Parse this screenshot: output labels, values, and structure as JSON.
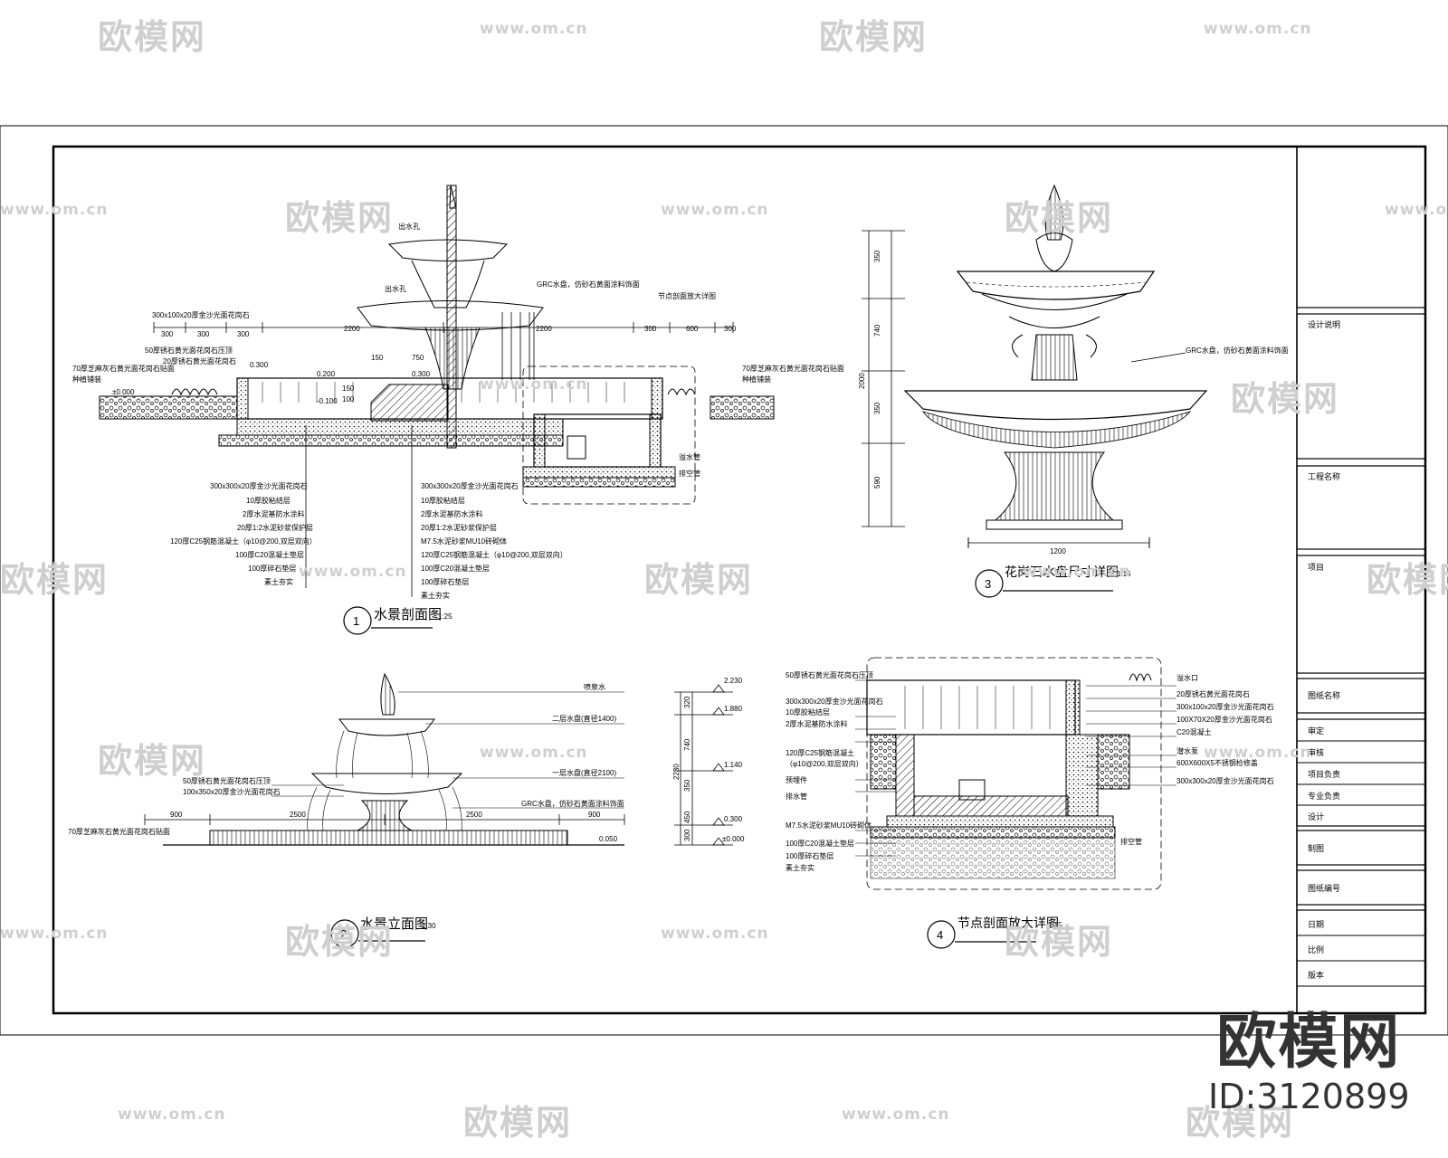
{
  "watermark": {
    "logo": "欧模网",
    "url": "www.om.cn",
    "brand_logo": "欧模网",
    "brand_id": "ID:3120899"
  },
  "drawings": {
    "d1": {
      "number": "1",
      "title": "水景剖面图",
      "scale": "1:25"
    },
    "d2": {
      "number": "2",
      "title": "水景立面图",
      "scale": "1:30"
    },
    "d3": {
      "number": "3",
      "title": "花岗石水盘尺寸详图",
      "scale": "1:15"
    },
    "d4": {
      "number": "4",
      "title": "节点剖面放大详图",
      "scale": "1:15"
    }
  },
  "section_labels": {
    "top": [
      "出水孔",
      "出水孔",
      "GRC水盘，仿砂石黄面涂料饰面",
      "节点剖面放大详图"
    ],
    "left": [
      "300x100x20厚金沙光面花岗石",
      "50厚锈石黄光面花岗石压顶",
      "70厚芝麻灰石黄光面花岗石贴面",
      "20厚锈石黄光面花岗石",
      "种植铺装"
    ],
    "right": [
      "70厚芝麻灰石黄光面花岗石贴面",
      "种植铺装"
    ],
    "callouts": [
      "溢水管",
      "排空管"
    ],
    "layers_left": [
      "300x300x20厚金沙光面花岗石",
      "10厚胶粘结层",
      "2厚水泥基防水涂料",
      "20厚1:2水泥砂浆保护层",
      "120厚C25钢筋混凝土（φ10@200,双层双向）",
      "100厚C20混凝土垫层",
      "100厚碎石垫层",
      "素土夯实"
    ],
    "layers_right": [
      "300x300x20厚金沙光面花岗石",
      "10厚胶粘结层",
      "2厚水泥基防水涂料",
      "20厚1:2水泥砂浆保护层",
      "M7.5水泥砂浆MU10砖砌体",
      "120厚C25钢筋混凝土（φ10@200,双层双向）",
      "100厚C20混凝土垫层",
      "100厚碎石垫层",
      "素土夯实"
    ]
  },
  "section_dims": [
    "300",
    "300",
    "300",
    "2200",
    "2200",
    "300",
    "600",
    "300",
    "150",
    "750",
    "0.300",
    "0.200",
    "0.300",
    "-0.100",
    "±0.000",
    "150",
    "100"
  ],
  "d3_dims": [
    "350",
    "740",
    "2000",
    "350",
    "590",
    "1200"
  ],
  "d3_label": "GRC水盘，仿砂石黄面涂料饰面",
  "elevation": {
    "labels": [
      "喷泉水",
      "二层水盘(直径1400)",
      "一层水盘(直径2100)",
      "50厚锈石黄光面花岗石压顶",
      "100x350x20厚金沙光面花岗石",
      "GRC水盘，仿砂石黄面涂料饰面",
      "70厚芝麻灰石黄光面花岗石贴面"
    ],
    "dims_h": [
      "900",
      "2500",
      "2500",
      "900"
    ],
    "dims_v": [
      "320",
      "740",
      "2230",
      "350",
      "450",
      "300"
    ],
    "levels": [
      "2.230",
      "1.880",
      "1.140",
      "0.300",
      "±0.000",
      "0.050"
    ]
  },
  "detail_labels": {
    "left": [
      "50厚锈石黄光面花岗石压顶",
      "300x300x20厚金沙光面花岗石",
      "10厚胶粘结层",
      "2厚水泥基防水涂料",
      "120厚C25钢筋混凝土",
      "（φ10@200,双层双向）",
      "预埋件",
      "排水管",
      "M7.5水泥砂浆MU10砖砌体",
      "100厚C20混凝土垫层",
      "100厚碎石垫层",
      "素土夯实"
    ],
    "right": [
      "溢水口",
      "20厚锈石黄光面花岗石",
      "300x100x20厚金沙光面花岗石",
      "100X70X20厚金沙光面花岗石",
      "C20混凝土",
      "潜水泵",
      "600X600X5不锈钢检修盖",
      "300x300x20厚金沙光面花岗石",
      "排空管"
    ]
  },
  "title_block": [
    "设计说明",
    "工程名称",
    "项目",
    "图纸名称",
    "审定",
    "审核",
    "项目负责",
    "专业负责",
    "设计",
    "制图",
    "图纸编号",
    "日期",
    "比例",
    "版本"
  ]
}
